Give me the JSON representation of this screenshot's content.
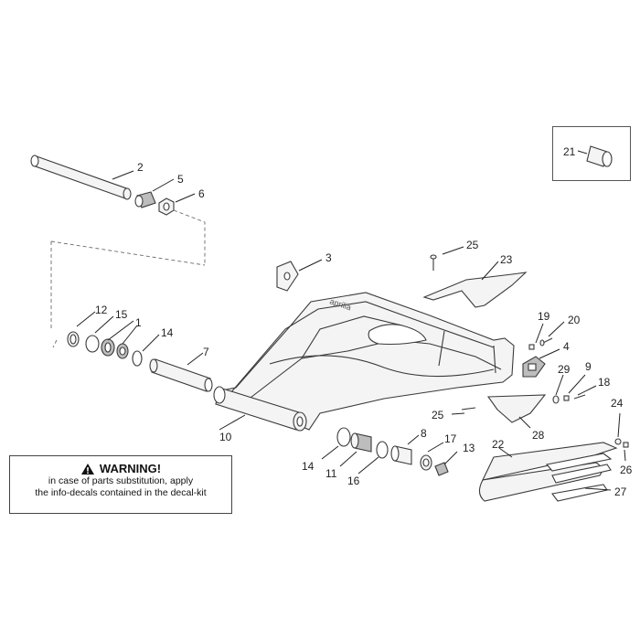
{
  "warning": {
    "title": "WARNING!",
    "line1": "in case of parts substitution, apply",
    "line2": "the info-decals contained in the decal-kit",
    "icon": "warning-triangle-icon"
  },
  "swingarm_logo_text": "aprilia",
  "callouts": {
    "c1": "1",
    "c2": "2",
    "c3": "3",
    "c4": "4",
    "c5": "5",
    "c6": "6",
    "c7": "7",
    "c8": "8",
    "c9": "9",
    "c10": "10",
    "c11": "11",
    "c12": "12",
    "c13": "13",
    "c14a": "14",
    "c14b": "14",
    "c15": "15",
    "c16": "16",
    "c17": "17",
    "c18": "18",
    "c19": "19",
    "c20": "20",
    "c21": "21",
    "c22": "22",
    "c23": "23",
    "c24": "24",
    "c25a": "25",
    "c25b": "25",
    "c26": "26",
    "c27": "27",
    "c28": "28",
    "c29": "29"
  }
}
